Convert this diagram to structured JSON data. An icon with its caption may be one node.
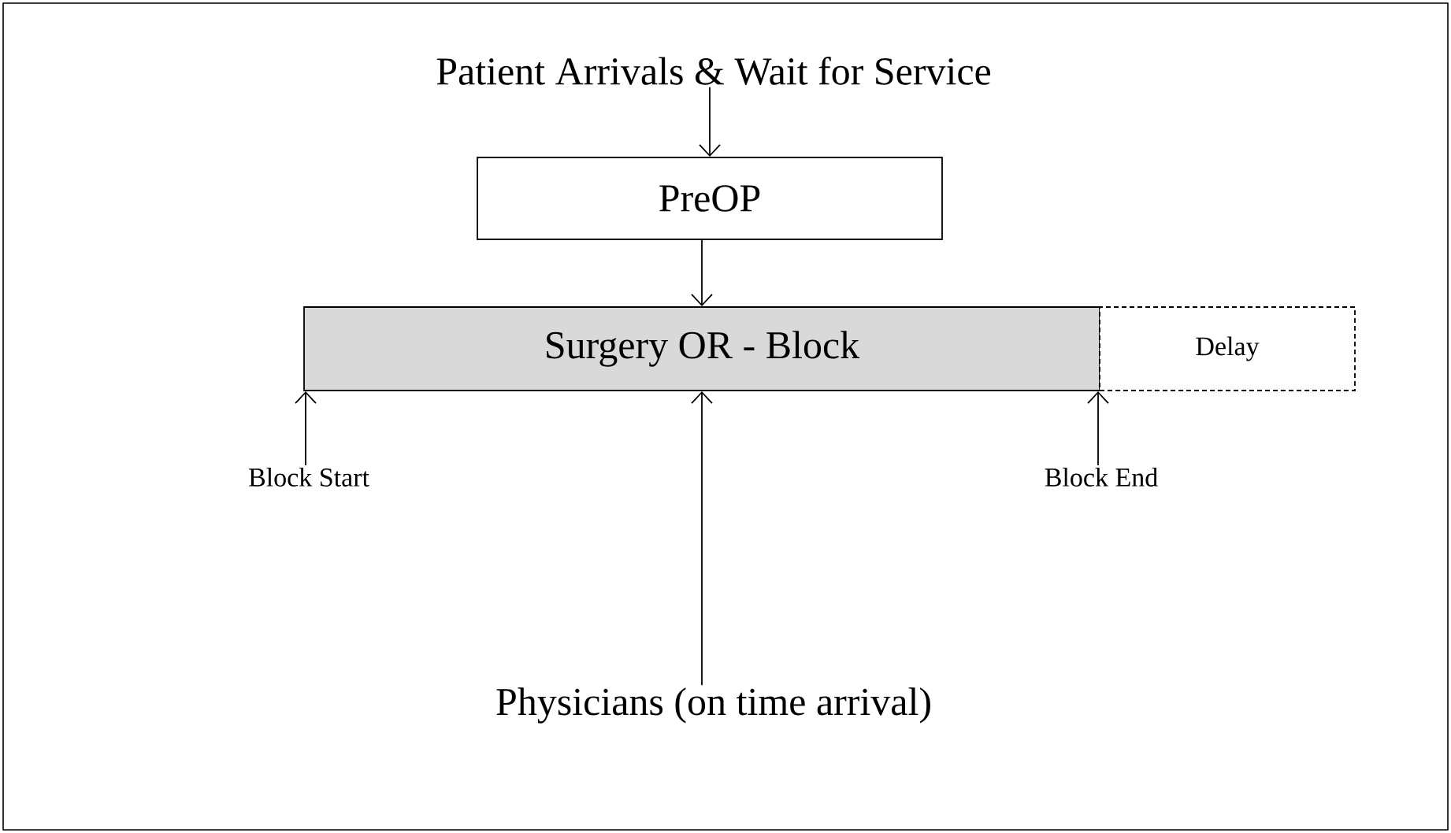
{
  "diagram": {
    "nodes": [
      {
        "text": [
          "Patient Arrivals & Wait for Service"
        ]
      },
      {
        "text": [
          "PreOP"
        ]
      },
      {
        "text": [
          "Surgery OR - Block"
        ]
      },
      {
        "text": [
          "Delay"
        ]
      },
      {
        "text": [
          "Physicians (on time arrival)"
        ]
      },
      {
        "text": [
          "Block Start"
        ]
      },
      {
        "text": [
          "Block End"
        ]
      }
    ],
    "edges": [
      {
        "from": 0,
        "to": 1,
        "arrow": "to"
      },
      {
        "from": 1,
        "to": 2,
        "arrow": "to"
      },
      {
        "from": 4,
        "to": 2,
        "arrow": "to"
      },
      {
        "from": 5,
        "to": 2,
        "arrow": "to"
      },
      {
        "from": 6,
        "to": 2,
        "arrow": "to"
      }
    ]
  }
}
